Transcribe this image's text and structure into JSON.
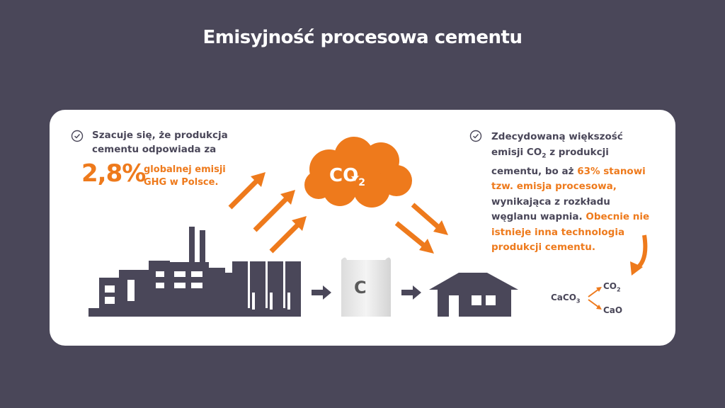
{
  "title": "Emisyjność procesowa cementu",
  "left": {
    "line1": "Szacuje się, że produkcja",
    "line2": "cementu odpowiada za",
    "percent": "2,8%",
    "pct_line1": "globalnej emisji",
    "pct_line2": "GHG w Polsce."
  },
  "cloud": {
    "co": "CO",
    "sub": "2"
  },
  "bag_letter": "C",
  "right": {
    "l1": "Zdecydowaną większość",
    "l2a": "emisji CO",
    "l2sub": "2",
    "l2b": " z produkcji",
    "l3a": "cementu, bo aż ",
    "l3b": "63% stanowi",
    "l4": "tzw. emisja procesowa,",
    "l5": "wynikająca z rozkładu",
    "l6a": "węglanu wapnia. ",
    "l6b": "Obecnie nie",
    "l7": "istnieje inna technologia",
    "l8": "produkcji cementu."
  },
  "reaction": {
    "reactant": "CaCO",
    "reactant_sub": "3",
    "product1": "CO",
    "product1_sub": "2",
    "product2": "CaO"
  },
  "colors": {
    "background": "#4a4759",
    "card": "#ffffff",
    "accent": "#ee7a1c",
    "dark": "#4a4759"
  }
}
